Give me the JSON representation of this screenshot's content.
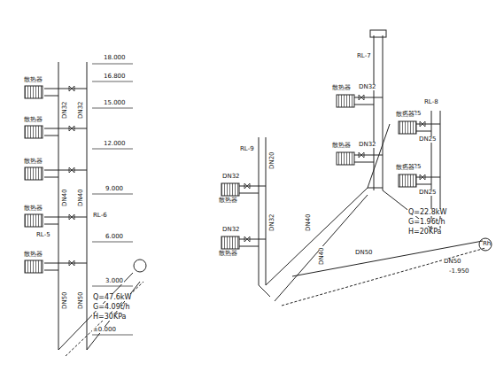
{
  "diagram": {
    "labels": [
      "18.000",
      "16.800",
      "15.000",
      "12.000",
      "9.000",
      "6.000",
      "3.000",
      "±0.000",
      "RL-5",
      "RL-6",
      "DN32",
      "DN32",
      "DN40",
      "DN40",
      "DN50",
      "DN50",
      "Q=47.6kW",
      "G=4.09t/h",
      "H=30KPa",
      "散热器",
      "散热器",
      "散热器",
      "散热器",
      "散热器",
      "RL-7",
      "RL-8",
      "RL-9",
      "DN32",
      "DN32",
      "DN25",
      "DN25",
      "DN25",
      "DN25",
      "DN32",
      "DN32",
      "DN20",
      "DN32",
      "DN40",
      "DN40",
      "DN50",
      "DN50",
      "Q=22.8kW",
      "G=1.96t/h",
      "H=20KPa",
      "Rh",
      "-1.950",
      "散热器",
      "散热器",
      "散热器",
      "散热器",
      "散热器",
      "散热器"
    ]
  }
}
